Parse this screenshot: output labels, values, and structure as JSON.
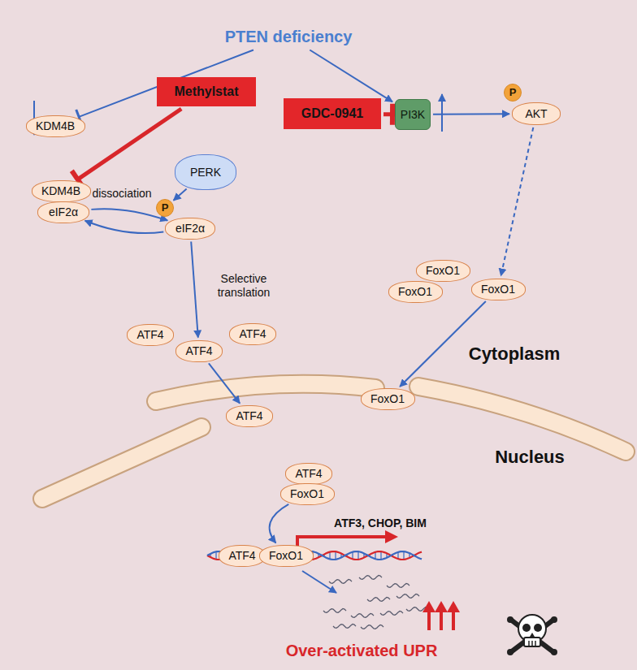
{
  "diagram": {
    "nodes": [
      {
        "text": [
          "PTEN deficiency"
        ]
      },
      {
        "text": [
          "KDM4B"
        ]
      },
      {
        "text": [
          "Methylstat"
        ]
      },
      {
        "text": [
          "GDC-0941"
        ]
      },
      {
        "text": [
          "PI3K"
        ]
      },
      {
        "text": [
          "P"
        ]
      },
      {
        "text": [
          "AKT"
        ]
      },
      {
        "text": [
          "PERK"
        ]
      },
      {
        "text": [
          "KDM4B"
        ]
      },
      {
        "text": [
          "eIF2α"
        ]
      },
      {
        "text": [
          "P"
        ]
      },
      {
        "text": [
          "eIF2α"
        ]
      },
      {
        "text": [
          "FoxO1"
        ]
      },
      {
        "text": [
          "FoxO1"
        ]
      },
      {
        "text": [
          "FoxO1"
        ]
      },
      {
        "text": [
          "ATF4"
        ]
      },
      {
        "text": [
          "ATF4"
        ]
      },
      {
        "text": [
          "ATF4"
        ]
      },
      {
        "text": [
          "ATF4"
        ]
      },
      {
        "text": [
          "FoxO1"
        ]
      },
      {
        "text": [
          "ATF4"
        ]
      },
      {
        "text": [
          "FoxO1"
        ]
      },
      {
        "text": [
          "ATF4"
        ]
      },
      {
        "text": [
          "FoxO1"
        ]
      }
    ],
    "edges": [
      {
        "from": 0,
        "to": 1,
        "arrow": "to"
      },
      {
        "from": 0,
        "to": 4,
        "arrow": "to"
      },
      {
        "from": 2,
        "to": 8,
        "arrow": "to"
      },
      {
        "from": 3,
        "to": 4,
        "arrow": "to"
      },
      {
        "from": 4,
        "to": 6,
        "arrow": "to"
      },
      {
        "from": 6,
        "to": 14,
        "arrow": "to"
      },
      {
        "from": 7,
        "to": 10,
        "arrow": "to"
      },
      {
        "from": 9,
        "to": 11,
        "label": "dissociation",
        "arrow": "to"
      },
      {
        "from": 11,
        "to": 9,
        "arrow": "to"
      },
      {
        "from": 11,
        "to": 16,
        "label": "Selective translation",
        "arrow": "to"
      },
      {
        "from": 16,
        "to": 18,
        "arrow": "to"
      },
      {
        "from": 14,
        "to": 19,
        "arrow": "to"
      },
      {
        "from": 21,
        "to": 23,
        "arrow": "to"
      }
    ],
    "labels": [
      "Cytoplasm",
      "Nucleus",
      "ATF3, CHOP, BIM",
      "Over-activated UPR"
    ]
  }
}
